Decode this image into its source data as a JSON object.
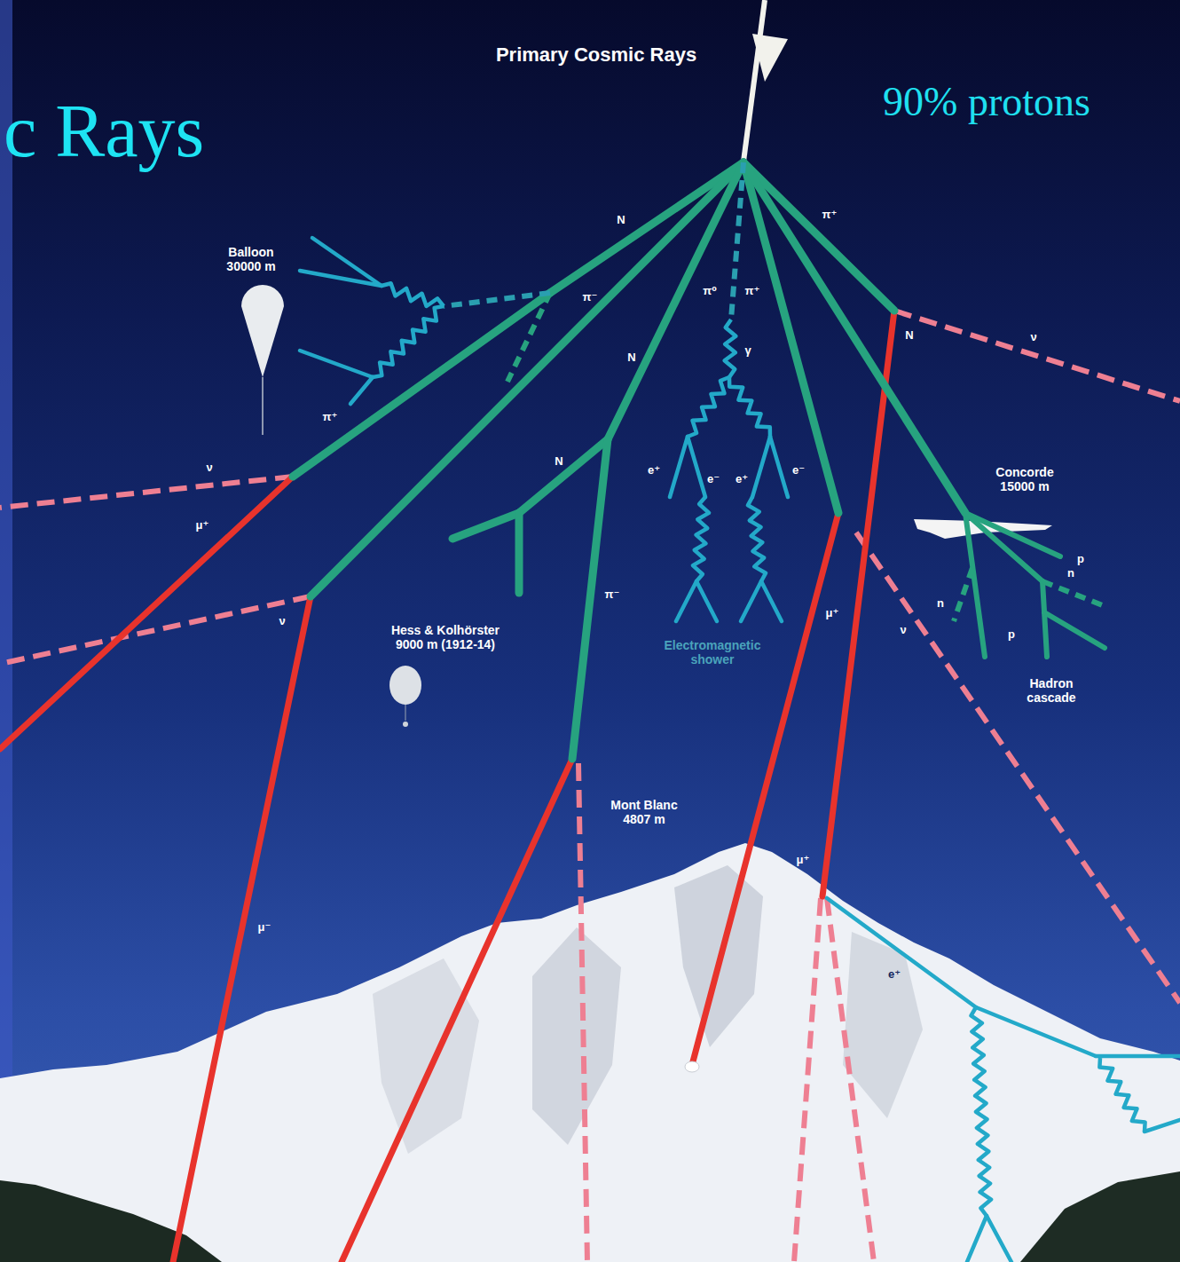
{
  "diagram": {
    "title": "c Rays",
    "labels": [
      "Primary Cosmic Rays",
      "90% protons",
      "N",
      "π⁺",
      "Balloon 30000 m",
      "π⁻",
      "π⁰",
      "π⁺",
      "ν",
      "N",
      "γ",
      "N",
      "π⁺",
      "N",
      "ν",
      "e⁺",
      "e⁻",
      "e⁺",
      "e⁻",
      "Concorde 15000 m",
      "μ⁺",
      "p",
      "n",
      "π⁻",
      "n",
      "μ⁺",
      "ν",
      "ν",
      "p",
      "Hess & Kolhörster 9000 m (1912-14)",
      "Electromagnetic shower",
      "Hadron cascade",
      "Mont Blanc 4807 m",
      "μ⁺",
      "μ⁻",
      "e⁺"
    ]
  }
}
